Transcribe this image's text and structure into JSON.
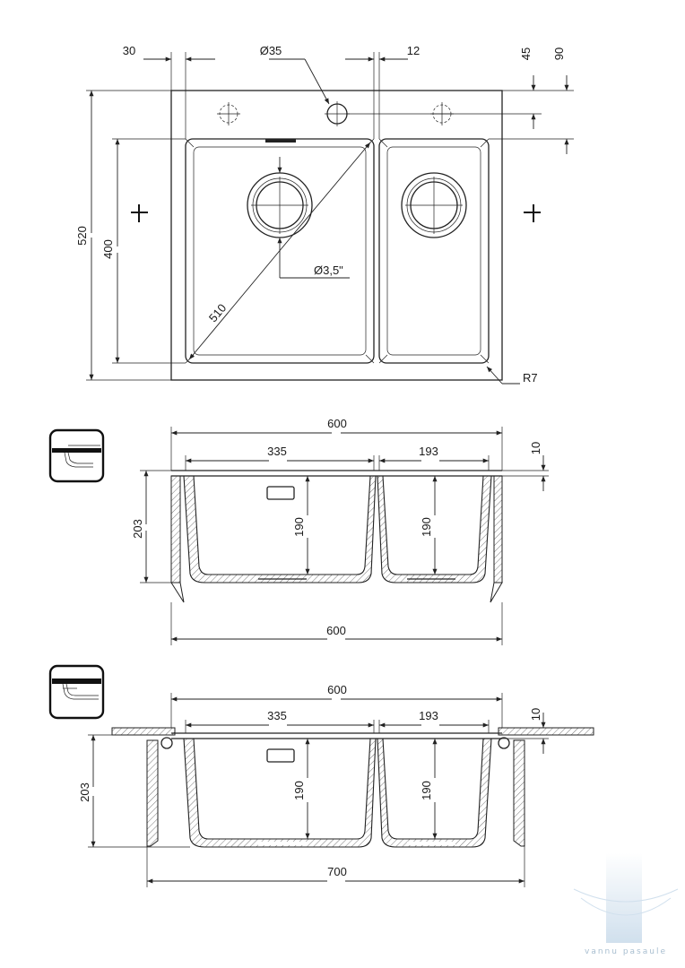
{
  "top_view": {
    "dim_left_margin": "30",
    "dim_tap_hole": "Ø35",
    "dim_gap": "12",
    "dim_hole_offset_1": "45",
    "dim_hole_offset_2": "90",
    "dim_total_depth": "520",
    "dim_bowl_depth": "400",
    "dim_diagonal": "510",
    "dim_drain": "Ø3,5\"",
    "dim_radius": "R7"
  },
  "section_inset": {
    "dim_total_width": "600",
    "dim_big_bowl": "335",
    "dim_small_bowl": "193",
    "dim_rim": "10",
    "dim_height": "203",
    "dim_big_depth": "190",
    "dim_small_depth": "190",
    "dim_bottom_width": "600"
  },
  "section_undermount": {
    "dim_total_width": "600",
    "dim_big_bowl": "335",
    "dim_small_bowl": "193",
    "dim_rim": "10",
    "dim_height": "203",
    "dim_big_depth": "190",
    "dim_small_depth": "190",
    "dim_cabinet_width": "700"
  },
  "watermark": {
    "text": "vannu pasaule",
    "color": "#c9dbeb"
  }
}
